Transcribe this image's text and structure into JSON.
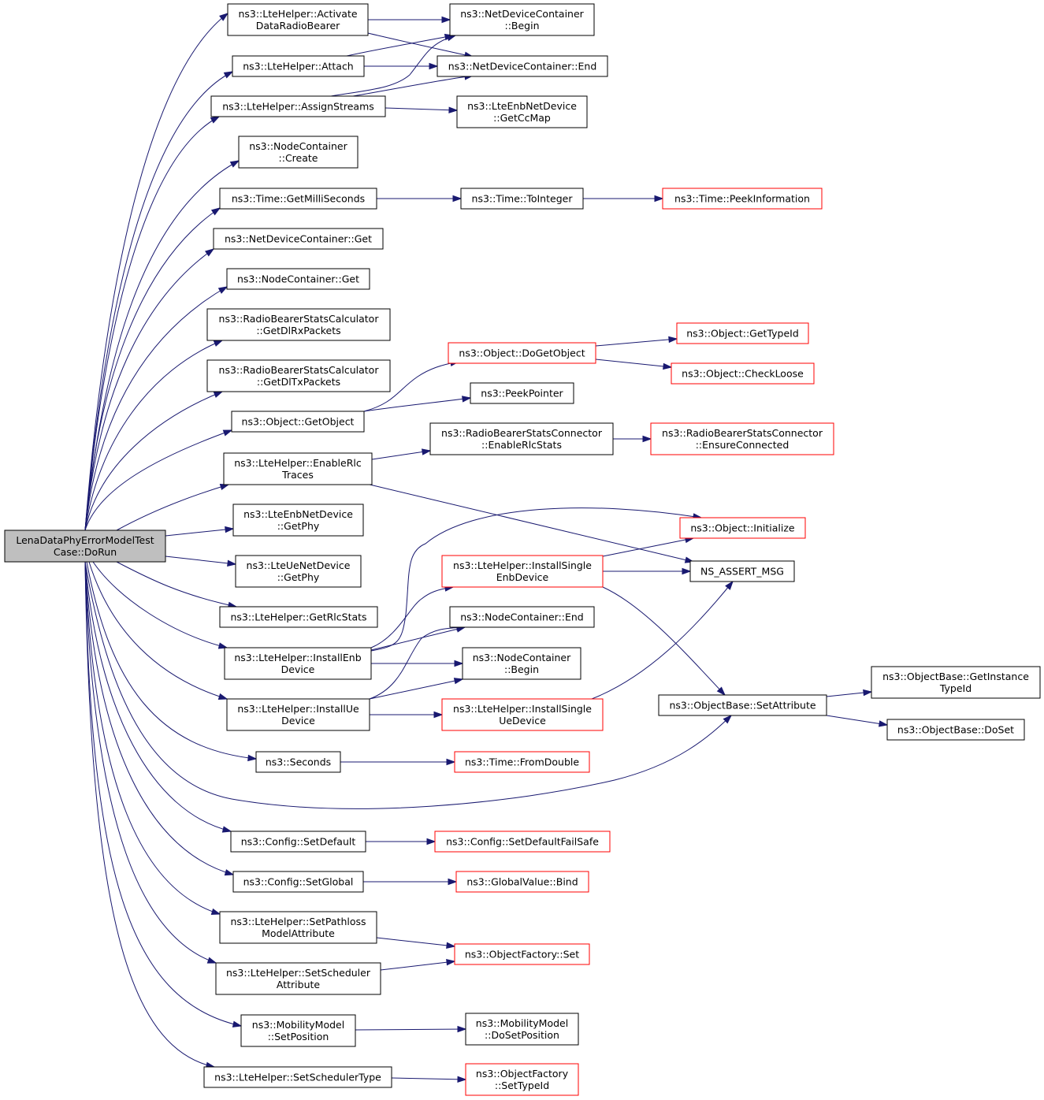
{
  "graph": {
    "colors": {
      "edge": "#191970",
      "normal_border": "#000000",
      "highlight_border": "#ff0000",
      "root_fill": "#bfbfbf"
    },
    "nodes": [
      {
        "id": "root",
        "lines": [
          "LenaDataPhyErrorModelTest",
          "Case::DoRun"
        ],
        "style": "root"
      },
      {
        "id": "activate",
        "lines": [
          "ns3::LteHelper::Activate",
          "DataRadioBearer"
        ]
      },
      {
        "id": "ndc_begin",
        "lines": [
          "ns3::NetDeviceContainer",
          "::Begin"
        ]
      },
      {
        "id": "attach",
        "lines": [
          "ns3::LteHelper::Attach"
        ]
      },
      {
        "id": "ndc_end",
        "lines": [
          "ns3::NetDeviceContainer::End"
        ]
      },
      {
        "id": "assign",
        "lines": [
          "ns3::LteHelper::AssignStreams"
        ]
      },
      {
        "id": "getccmap",
        "lines": [
          "ns3::LteEnbNetDevice",
          "::GetCcMap"
        ]
      },
      {
        "id": "nc_create",
        "lines": [
          "ns3::NodeContainer",
          "::Create"
        ]
      },
      {
        "id": "getms",
        "lines": [
          "ns3::Time::GetMilliSeconds"
        ]
      },
      {
        "id": "tointeger",
        "lines": [
          "ns3::Time::ToInteger"
        ]
      },
      {
        "id": "peekinfo",
        "lines": [
          "ns3::Time::PeekInformation"
        ],
        "style": "red"
      },
      {
        "id": "ndc_get",
        "lines": [
          "ns3::NetDeviceContainer::Get"
        ]
      },
      {
        "id": "nc_get",
        "lines": [
          "ns3::NodeContainer::Get"
        ]
      },
      {
        "id": "dlrx",
        "lines": [
          "ns3::RadioBearerStatsCalculator",
          "::GetDlRxPackets"
        ]
      },
      {
        "id": "dltx",
        "lines": [
          "ns3::RadioBearerStatsCalculator",
          "::GetDlTxPackets"
        ]
      },
      {
        "id": "dogetobject",
        "lines": [
          "ns3::Object::DoGetObject"
        ],
        "style": "red"
      },
      {
        "id": "gettypeid",
        "lines": [
          "ns3::Object::GetTypeId"
        ],
        "style": "red"
      },
      {
        "id": "checkloose",
        "lines": [
          "ns3::Object::CheckLoose"
        ],
        "style": "red"
      },
      {
        "id": "peekpointer",
        "lines": [
          "ns3::PeekPointer"
        ]
      },
      {
        "id": "getobject",
        "lines": [
          "ns3::Object::GetObject"
        ]
      },
      {
        "id": "rbsc_enable",
        "lines": [
          "ns3::RadioBearerStatsConnector",
          "::EnableRlcStats"
        ]
      },
      {
        "id": "rbsc_ensure",
        "lines": [
          "ns3::RadioBearerStatsConnector",
          "::EnsureConnected"
        ],
        "style": "red"
      },
      {
        "id": "enablerlc",
        "lines": [
          "ns3::LteHelper::EnableRlc",
          "Traces"
        ]
      },
      {
        "id": "enb_getphy",
        "lines": [
          "ns3::LteEnbNetDevice",
          "::GetPhy"
        ]
      },
      {
        "id": "initialize",
        "lines": [
          "ns3::Object::Initialize"
        ],
        "style": "red"
      },
      {
        "id": "install_single_enb",
        "lines": [
          "ns3::LteHelper::InstallSingle",
          "EnbDevice"
        ],
        "style": "red"
      },
      {
        "id": "ns_assert",
        "lines": [
          "NS_ASSERT_MSG"
        ]
      },
      {
        "id": "ue_getphy",
        "lines": [
          "ns3::LteUeNetDevice",
          "::GetPhy"
        ]
      },
      {
        "id": "getrlcstats",
        "lines": [
          "ns3::LteHelper::GetRlcStats"
        ]
      },
      {
        "id": "nc_end",
        "lines": [
          "ns3::NodeContainer::End"
        ]
      },
      {
        "id": "install_enb",
        "lines": [
          "ns3::LteHelper::InstallEnb",
          "Device"
        ]
      },
      {
        "id": "nc_begin",
        "lines": [
          "ns3::NodeContainer",
          "::Begin"
        ]
      },
      {
        "id": "ob_getinstance",
        "lines": [
          "ns3::ObjectBase::GetInstance",
          "TypeId"
        ]
      },
      {
        "id": "install_ue",
        "lines": [
          "ns3::LteHelper::InstallUe",
          "Device"
        ]
      },
      {
        "id": "install_single_ue",
        "lines": [
          "ns3::LteHelper::InstallSingle",
          "UeDevice"
        ],
        "style": "red"
      },
      {
        "id": "ob_setattr",
        "lines": [
          "ns3::ObjectBase::SetAttribute"
        ]
      },
      {
        "id": "ob_doset",
        "lines": [
          "ns3::ObjectBase::DoSet"
        ]
      },
      {
        "id": "seconds",
        "lines": [
          "ns3::Seconds"
        ]
      },
      {
        "id": "fromdouble",
        "lines": [
          "ns3::Time::FromDouble"
        ],
        "style": "red"
      },
      {
        "id": "setdefault",
        "lines": [
          "ns3::Config::SetDefault"
        ]
      },
      {
        "id": "setdefaultfailsafe",
        "lines": [
          "ns3::Config::SetDefaultFailSafe"
        ],
        "style": "red"
      },
      {
        "id": "setglobal",
        "lines": [
          "ns3::Config::SetGlobal"
        ]
      },
      {
        "id": "gv_bind",
        "lines": [
          "ns3::GlobalValue::Bind"
        ],
        "style": "red"
      },
      {
        "id": "setpathloss",
        "lines": [
          "ns3::LteHelper::SetPathloss",
          "ModelAttribute"
        ]
      },
      {
        "id": "of_set",
        "lines": [
          "ns3::ObjectFactory::Set"
        ],
        "style": "red"
      },
      {
        "id": "setscheduler_attr",
        "lines": [
          "ns3::LteHelper::SetScheduler",
          "Attribute"
        ]
      },
      {
        "id": "mm_setpos",
        "lines": [
          "ns3::MobilityModel",
          "::SetPosition"
        ]
      },
      {
        "id": "mm_dosetpos",
        "lines": [
          "ns3::MobilityModel",
          "::DoSetPosition"
        ]
      },
      {
        "id": "setschedtype",
        "lines": [
          "ns3::LteHelper::SetSchedulerType"
        ]
      },
      {
        "id": "of_settypeid",
        "lines": [
          "ns3::ObjectFactory",
          "::SetTypeId"
        ],
        "style": "red"
      }
    ],
    "edges": [
      [
        "root",
        "activate"
      ],
      [
        "root",
        "attach"
      ],
      [
        "root",
        "assign"
      ],
      [
        "root",
        "nc_create"
      ],
      [
        "root",
        "getms"
      ],
      [
        "root",
        "ndc_get"
      ],
      [
        "root",
        "nc_get"
      ],
      [
        "root",
        "dlrx"
      ],
      [
        "root",
        "dltx"
      ],
      [
        "root",
        "getobject"
      ],
      [
        "root",
        "enablerlc"
      ],
      [
        "root",
        "enb_getphy"
      ],
      [
        "root",
        "ue_getphy"
      ],
      [
        "root",
        "getrlcstats"
      ],
      [
        "root",
        "install_enb"
      ],
      [
        "root",
        "install_ue"
      ],
      [
        "root",
        "seconds"
      ],
      [
        "root",
        "ob_setattr"
      ],
      [
        "root",
        "setdefault"
      ],
      [
        "root",
        "setglobal"
      ],
      [
        "root",
        "setpathloss"
      ],
      [
        "root",
        "setscheduler_attr"
      ],
      [
        "root",
        "mm_setpos"
      ],
      [
        "root",
        "setschedtype"
      ],
      [
        "activate",
        "ndc_begin"
      ],
      [
        "activate",
        "ndc_end"
      ],
      [
        "attach",
        "ndc_begin"
      ],
      [
        "attach",
        "ndc_end"
      ],
      [
        "assign",
        "ndc_begin"
      ],
      [
        "assign",
        "ndc_end"
      ],
      [
        "assign",
        "getccmap"
      ],
      [
        "getms",
        "tointeger"
      ],
      [
        "tointeger",
        "peekinfo"
      ],
      [
        "getobject",
        "dogetobject"
      ],
      [
        "getobject",
        "peekpointer"
      ],
      [
        "dogetobject",
        "gettypeid"
      ],
      [
        "dogetobject",
        "checkloose"
      ],
      [
        "enablerlc",
        "rbsc_enable"
      ],
      [
        "enablerlc",
        "ns_assert"
      ],
      [
        "rbsc_enable",
        "rbsc_ensure"
      ],
      [
        "install_enb",
        "initialize"
      ],
      [
        "install_enb",
        "install_single_enb"
      ],
      [
        "install_enb",
        "nc_end"
      ],
      [
        "install_enb",
        "nc_begin"
      ],
      [
        "install_single_enb",
        "initialize"
      ],
      [
        "install_single_enb",
        "ns_assert"
      ],
      [
        "install_single_enb",
        "ob_setattr"
      ],
      [
        "install_ue",
        "nc_end"
      ],
      [
        "install_ue",
        "nc_begin"
      ],
      [
        "install_ue",
        "install_single_ue"
      ],
      [
        "install_single_ue",
        "ns_assert"
      ],
      [
        "ob_setattr",
        "ob_getinstance"
      ],
      [
        "ob_setattr",
        "ob_doset"
      ],
      [
        "seconds",
        "fromdouble"
      ],
      [
        "setdefault",
        "setdefaultfailsafe"
      ],
      [
        "setglobal",
        "gv_bind"
      ],
      [
        "setpathloss",
        "of_set"
      ],
      [
        "setscheduler_attr",
        "of_set"
      ],
      [
        "mm_setpos",
        "mm_dosetpos"
      ],
      [
        "setschedtype",
        "of_settypeid"
      ]
    ]
  }
}
